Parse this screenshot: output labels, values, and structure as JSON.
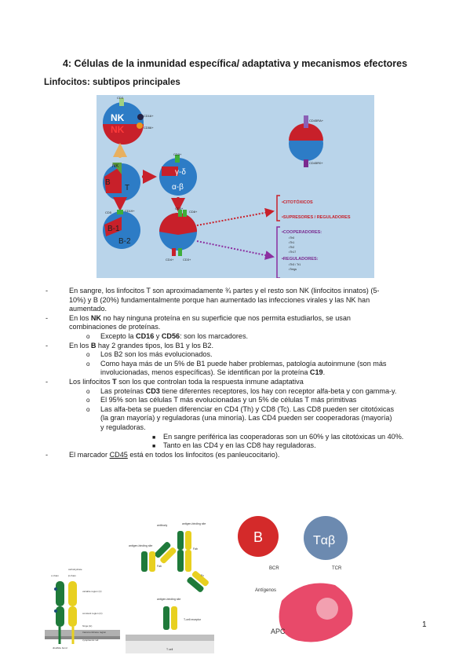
{
  "title": {
    "number": "4:",
    "text": " Células de la inmunidad específica/ adaptativa y mecanismos efectores"
  },
  "section_heading": "Linfocitos: subtipos principales",
  "diagram": {
    "nk_label": "NK",
    "cd3_top": "CD3",
    "cd16": "CD16+",
    "cd56": "CD56+",
    "nk_small": "NK",
    "b": "B",
    "t": "T",
    "gamma_delta": "γ-δ",
    "alpha_beta": "α-β",
    "cd3_mid": "CD3+",
    "cd19": "CD19+",
    "cd5": "CD5",
    "b1": "B-1",
    "b2": "B-2",
    "cd8": "CD8+",
    "cd3_b": "CD3+",
    "cd4": "CD4+",
    "cd3_c": "CD3+",
    "cd45ra": "CD45RA+",
    "cd45ro": "CD45R0+",
    "citotoxicos": "•CITOTÓXICOS",
    "supresores": "•SUPRESORES / REGULADORES",
    "cooperadores": "•COOPERADORES:",
    "coop_items": [
      "•Th0",
      "•Th1",
      "•Th2",
      "•Th17"
    ],
    "reguladores": "•REGULADORES:",
    "reg_items": [
      "•Th3 / Tr1",
      "•Tregs"
    ],
    "colors": {
      "red": "#c8202a",
      "blue": "#2d7cc6",
      "purple": "#7a2a8f",
      "green": "#3fae3a",
      "arrow": "#e8b060"
    }
  },
  "bullets": {
    "b1": "En sangre, los linfocitos T son aproximadamente ¾ partes y el resto son NK (linfocitos innatos) (5-",
    "b1b": "10%) y B (20%) fundamentalmente porque han aumentado las infecciones virales y las NK han",
    "b1c": "aumentado.",
    "b2a": "En los ",
    "b2b": "NK",
    "b2c": " no hay ninguna proteína en su superficie que nos permita estudiarlos, se usan",
    "b2d": "combinaciones de proteínas.",
    "b2s1a": "Excepto la ",
    "b2s1b": "CD16",
    "b2s1c": " y ",
    "b2s1d": "CD56",
    "b2s1e": ": son los marcadores.",
    "b3a": "En los ",
    "b3b": "B",
    "b3c": " hay 2 grandes tipos, los B1 y los B2.",
    "b3s1": "Los B2 son los más evolucionados.",
    "b3s2": "Como haya más de un 5% de B1 puede haber problemas, patología autoinmune (son más",
    "b3s2b": "involucionadas, menos específicas). Se identifican por la proteína ",
    "b3s2c": "C19",
    "b3s2d": ".",
    "b4a": "Los linfocitos ",
    "b4b": "T",
    "b4c": " son los que controlan toda la respuesta inmune adaptativa",
    "b4s1a": "Las proteínas ",
    "b4s1b": "CD3",
    "b4s1c": " tiene diferentes receptores, los hay con receptor alfa-beta y con gamma-y.",
    "b4s2": "El 95% son las células T más evolucionadas y un 5% de células T más primitivas",
    "b4s3": "Las alfa-beta se pueden diferenciar en CD4 (Th) y CD8 (Tc). Las CD8 pueden ser citotóxicas",
    "b4s3b": "(la gran mayoría) y reguladoras (una minoría). Las CD4 pueden ser cooperadoras (mayoría)",
    "b4s3c": "y reguladoras.",
    "b4ss1": "En sangre periférica las cooperadoras son un 60% y las citotóxicas un 40%.",
    "b4ss2": "Tanto en las CD4 y en las CD8 hay reguladoras.",
    "b5a": "El marcador ",
    "b5b": "CD45",
    "b5c": " está en todos los linfocitos (es panleucocitario).",
    "dash": "-",
    "circle": "o",
    "square": "■"
  },
  "fig_receptor": {
    "carbohydrate": "carbohydrate",
    "alpha": "α chain",
    "beta": "β chain",
    "variable": "variable region (V)",
    "constant": "constant region (C)",
    "hinge": "hinge (H)",
    "transmembrane": "transmembrane region",
    "cytoplasmic": "cytoplasmic tail",
    "disulfide": "disulfide bond"
  },
  "fig_antibody": {
    "antibody": "antibody",
    "abs1": "antigen-binding site",
    "abs2": "antigen-binding site",
    "fab": "Fab",
    "fab2": "Fab",
    "fc": "Fc",
    "abs3": "antigen-binding site",
    "tcr": "T-cell receptor",
    "tcell": "T cell"
  },
  "fig_apc": {
    "b": "B",
    "tab": "Tαβ",
    "bcr": "BCR",
    "tcr": "TCR",
    "antigenos": "Antígenos",
    "apc": "APC"
  },
  "page_number": "1"
}
